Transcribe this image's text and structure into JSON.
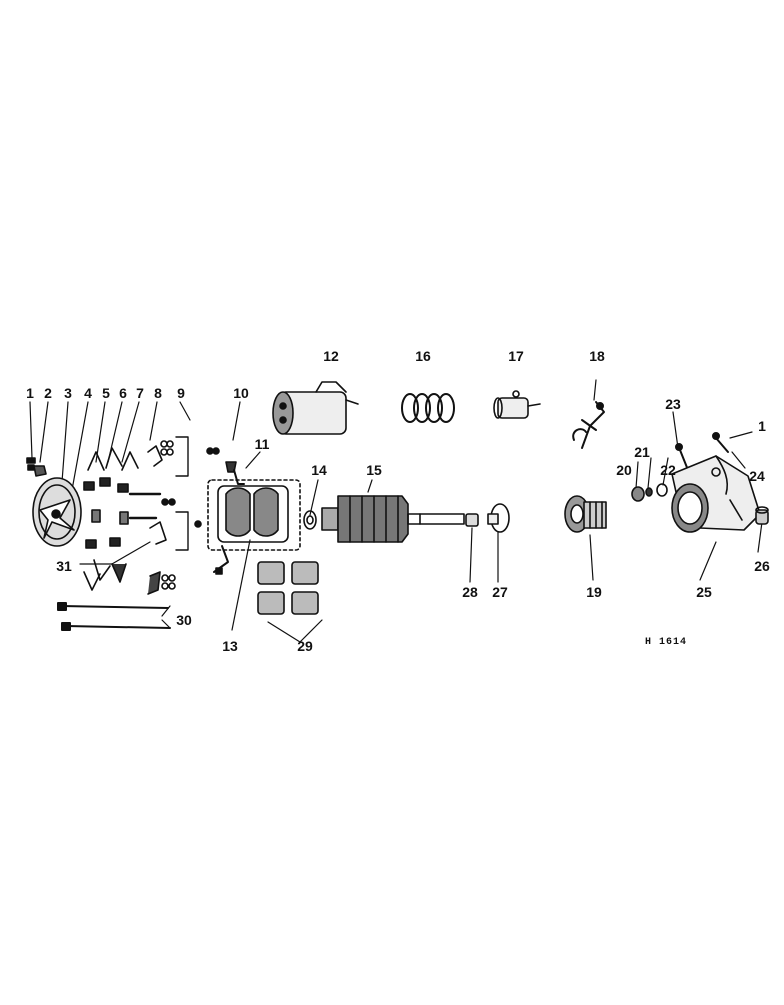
{
  "diagram": {
    "drawing_code": "H 1614",
    "callouts": [
      "1",
      "2",
      "3",
      "4",
      "5",
      "6",
      "7",
      "8",
      "9",
      "10",
      "11",
      "12",
      "13",
      "14",
      "15",
      "16",
      "17",
      "18",
      "19",
      "20",
      "21",
      "22",
      "23",
      "1",
      "24",
      "25",
      "26",
      "27",
      "28",
      "29",
      "30",
      "31"
    ]
  }
}
